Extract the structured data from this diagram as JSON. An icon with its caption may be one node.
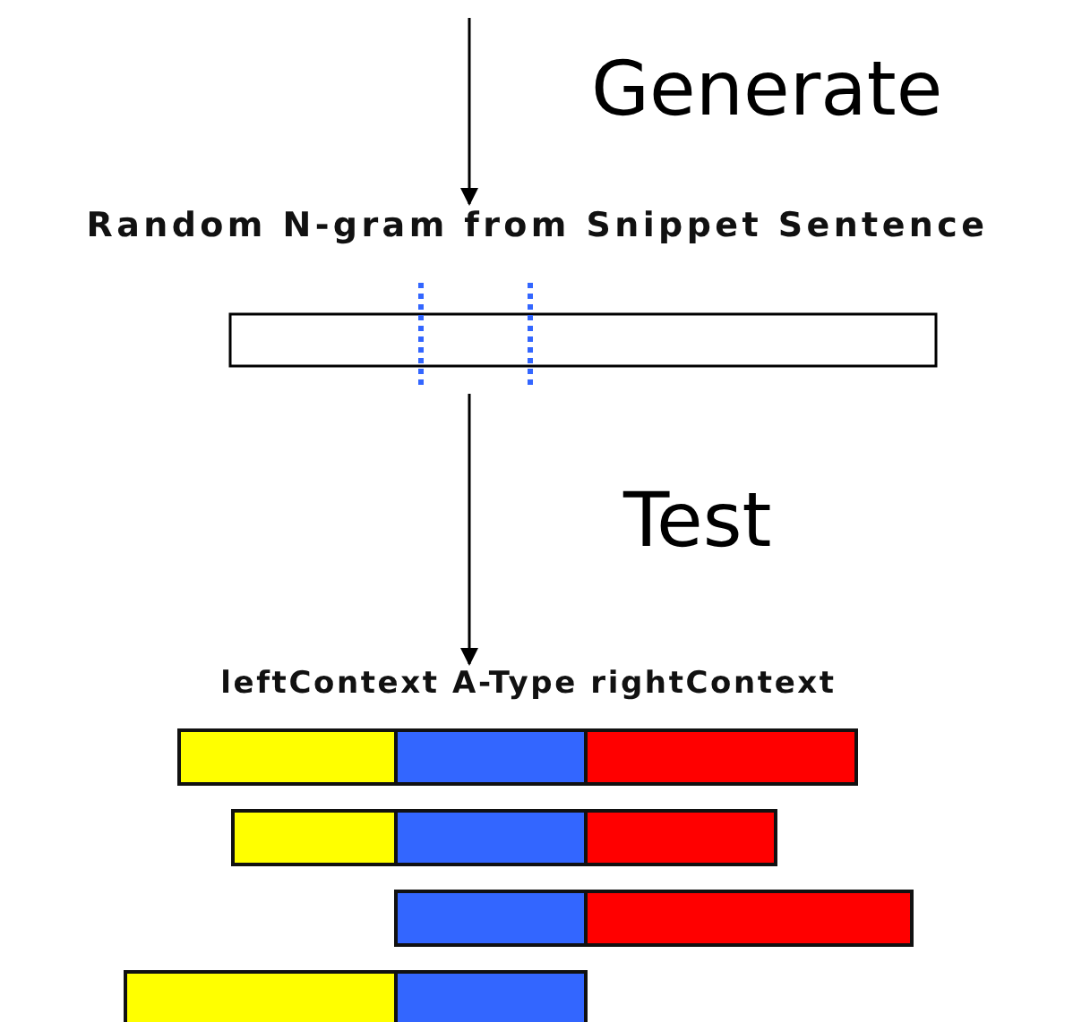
{
  "diagram": {
    "nodes": [
      {
        "text": [
          "Random N-gram from Snippet Sentence"
        ]
      },
      {
        "text": [
          "leftContext A-Type rightContext"
        ]
      }
    ],
    "edges": [
      {
        "from": null,
        "to": 0,
        "arrow": "to",
        "label": "Generate"
      },
      {
        "from": 0,
        "to": 1,
        "arrow": "to",
        "label": "Test"
      }
    ]
  }
}
